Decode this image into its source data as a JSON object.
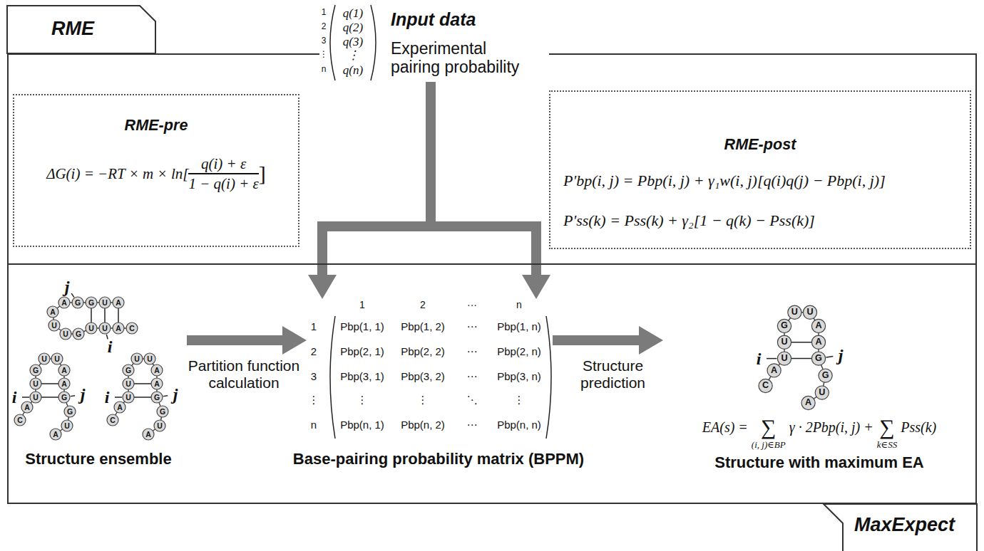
{
  "diagram": {
    "nodes": [
      {
        "text": [
          "RME"
        ]
      },
      {
        "text": [
          "RME-pre",
          "ΔG(i) = −RT × m × ln[",
          "q(i) + ε",
          "1 − q(i) + ε",
          "]"
        ],
        "in": 0
      },
      {
        "text": [
          "Input data",
          "Experimental pairing probability",
          "1",
          "2",
          "3",
          "⋮",
          "n",
          "q(1)",
          "q(2)",
          "q(3)",
          "⋮",
          "q(n)"
        ],
        "in": 0
      },
      {
        "text": [
          "RME-post",
          "P'bp(i, j) = Pbp(i, j) + γ₁w(i, j)[q(i)q(j) − Pbp(i, j)]",
          "P'ss(k) = Pss(k) + γ₂[1 − q(k) − Pss(k)]"
        ],
        "in": 0
      },
      {
        "text": [
          "MaxExpect"
        ]
      },
      {
        "text": [
          "Structure ensemble"
        ],
        "in": 4
      },
      {
        "text": [
          "1",
          "2",
          "···",
          "n",
          "1",
          "Pbp(1, 1)",
          "Pbp(1, 2)",
          "⋯",
          "Pbp(1, n)",
          "2",
          "Pbp(2, 1)",
          "Pbp(2, 2)",
          "⋯",
          "Pbp(2, n)",
          "3",
          "Pbp(3, 1)",
          "Pbp(3, 2)",
          "⋯",
          "Pbp(3, n)",
          "⋮",
          "⋮",
          "⋮",
          "⋱",
          "⋮",
          "n",
          "Pbp(n, 1)",
          "Pbp(n, 2)",
          "⋯",
          "Pbp(n, n)",
          "Base-pairing probability matrix (BPPM)"
        ],
        "in": 4
      },
      {
        "text": [
          "EA(s) =",
          "∑",
          "(i, j)∈BP",
          "γ · 2Pbp(i, j) +",
          "∑",
          "k∈SS",
          "Pss(k)",
          "Structure with maximum EA"
        ],
        "in": 4
      }
    ],
    "edges": [
      {
        "from": 5,
        "to": 6,
        "arrow": "to",
        "label": "Partition function calculation"
      },
      {
        "from": 6,
        "to": 7,
        "arrow": "to",
        "label": "Structure prediction"
      },
      {
        "from": 2,
        "to": 6,
        "arrow": "to"
      }
    ],
    "labels": [
      "C",
      "A",
      "U",
      "U",
      "G",
      "U",
      "U",
      "A",
      "A",
      "G",
      "G",
      "U",
      "A",
      "i",
      "j",
      "C",
      "A",
      "U",
      "U",
      "G",
      "U",
      "U",
      "A",
      "A",
      "G",
      "G",
      "U",
      "A",
      "i",
      "j",
      "C",
      "A",
      "U",
      "U",
      "G",
      "U",
      "U",
      "A",
      "A",
      "G",
      "G",
      "U",
      "A",
      "i",
      "j",
      "C",
      "A",
      "U",
      "U",
      "G",
      "U",
      "U",
      "A",
      "A",
      "G",
      "G",
      "U",
      "A",
      "i",
      "j"
    ]
  }
}
